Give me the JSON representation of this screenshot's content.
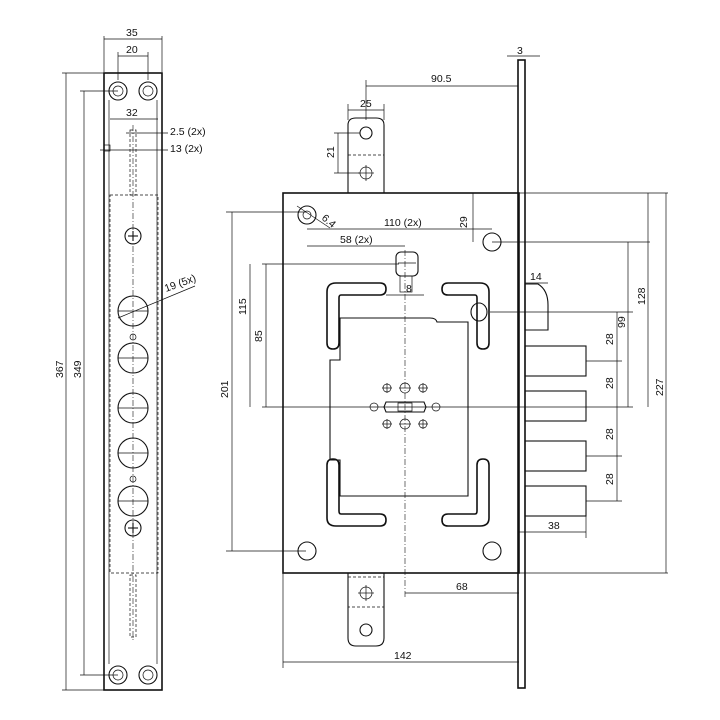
{
  "drawing": {
    "description_free": true,
    "dimensions": {
      "d35": "35",
      "d20": "20",
      "d32": "32",
      "d2_5": "2.5 (2x)",
      "d13": "13 (2x)",
      "d19": "19 (5x)",
      "d367": "367",
      "d349": "349",
      "d3": "3",
      "d90_5": "90.5",
      "d25": "25",
      "d21": "21",
      "d6_4": "6.4",
      "d110": "110 (2x)",
      "d29": "29",
      "d58": "58 (2x)",
      "d8": "8",
      "d14": "14",
      "d115": "115",
      "d85": "85",
      "d201": "201",
      "d128": "128",
      "d99": "99",
      "d227": "227",
      "d28a": "28",
      "d28b": "28",
      "d28c": "28",
      "d28d": "28",
      "d38": "38",
      "d68": "68",
      "d142": "142"
    }
  }
}
